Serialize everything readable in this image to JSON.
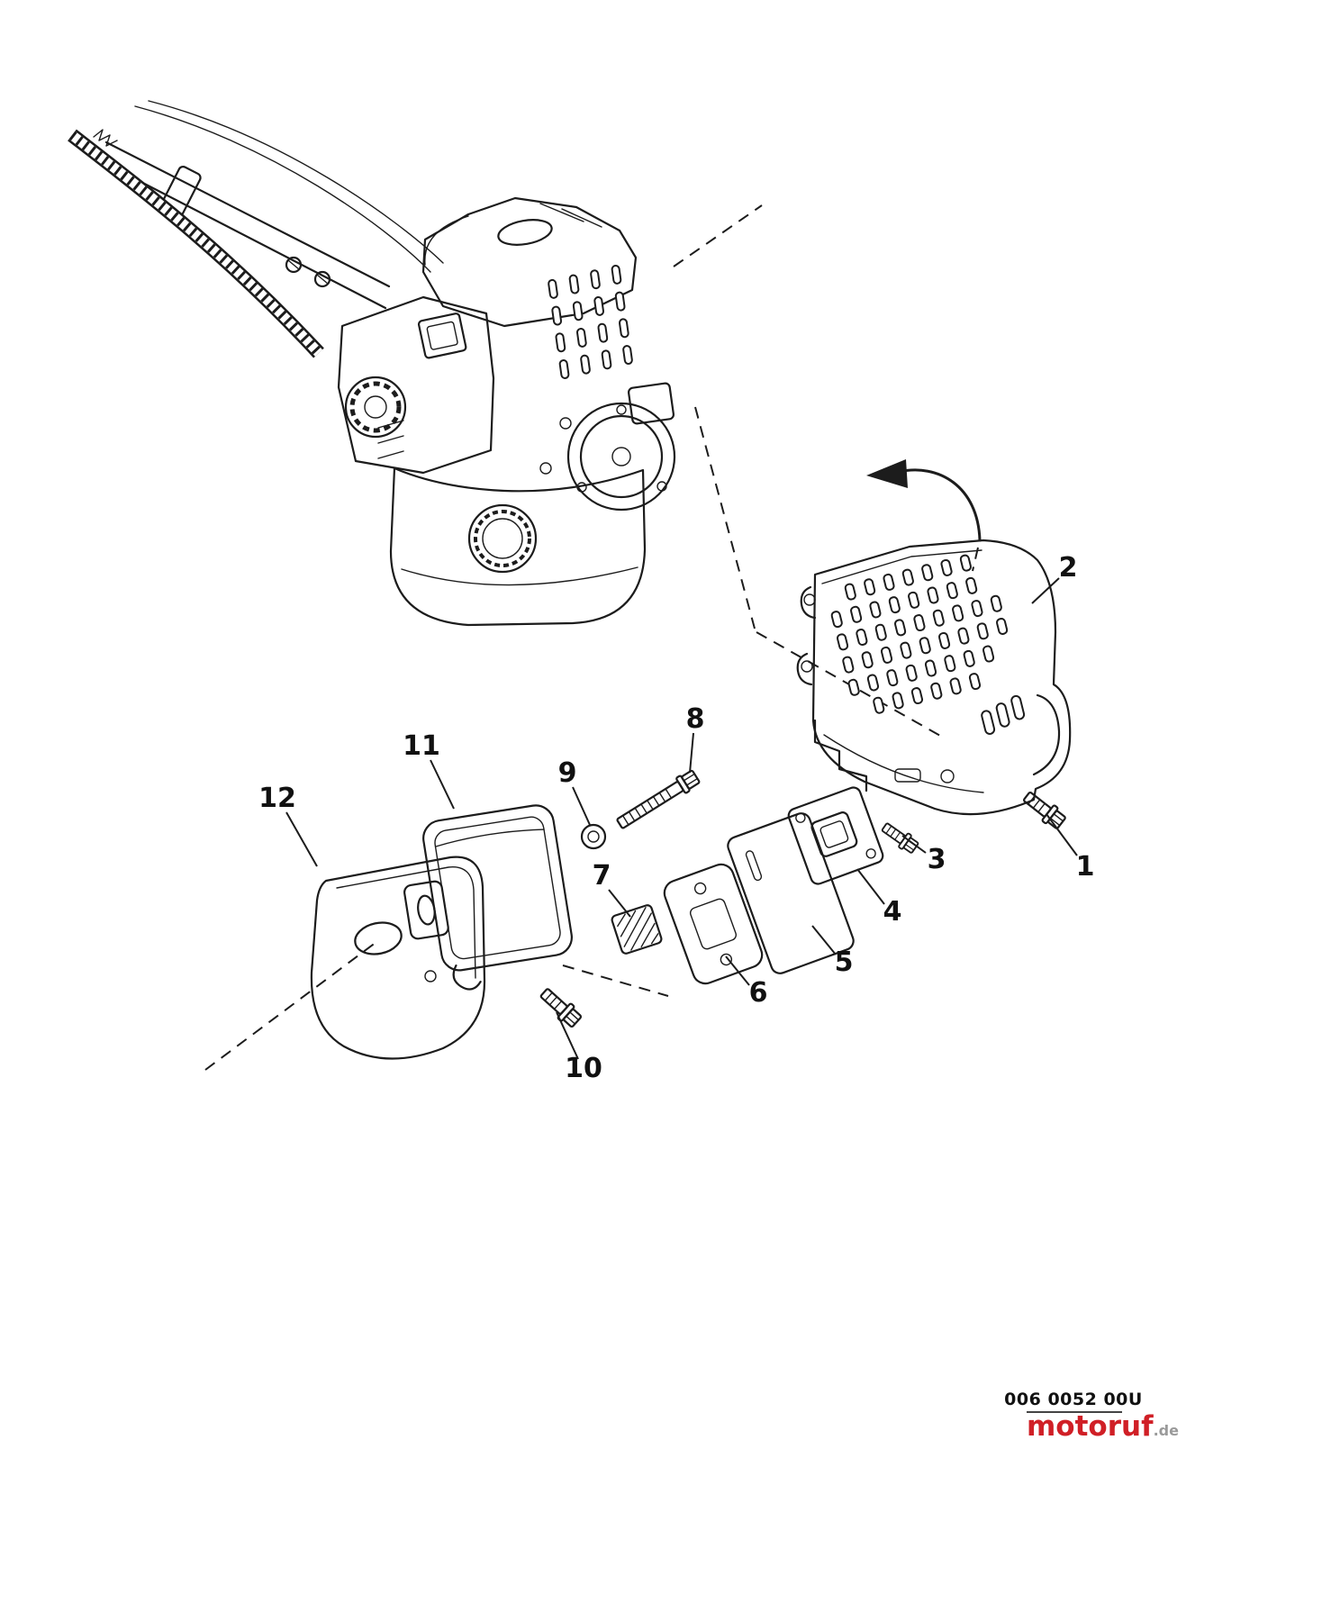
{
  "callouts": [
    "1",
    "2",
    "3",
    "4",
    "5",
    "6",
    "7",
    "8",
    "9",
    "10",
    "11",
    "12"
  ],
  "footer": {
    "part_code": "006 0052 00U",
    "brand_name": "motoruf",
    "brand_tld": ".de"
  },
  "colors": {
    "line": "#1c1c1c",
    "brand_red": "#d01f26",
    "brand_gray": "#9a9a9a"
  }
}
